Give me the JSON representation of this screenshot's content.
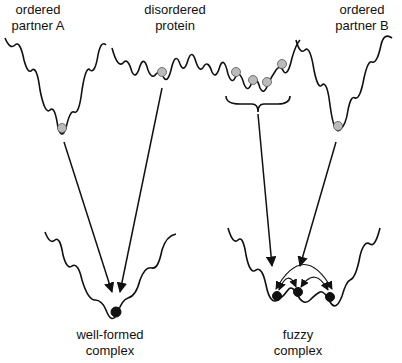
{
  "diagram": {
    "labels": [
      "ordered partner A",
      "disordered protein",
      "ordered partner B",
      "well-formed complex",
      "fuzzy complex"
    ]
  }
}
